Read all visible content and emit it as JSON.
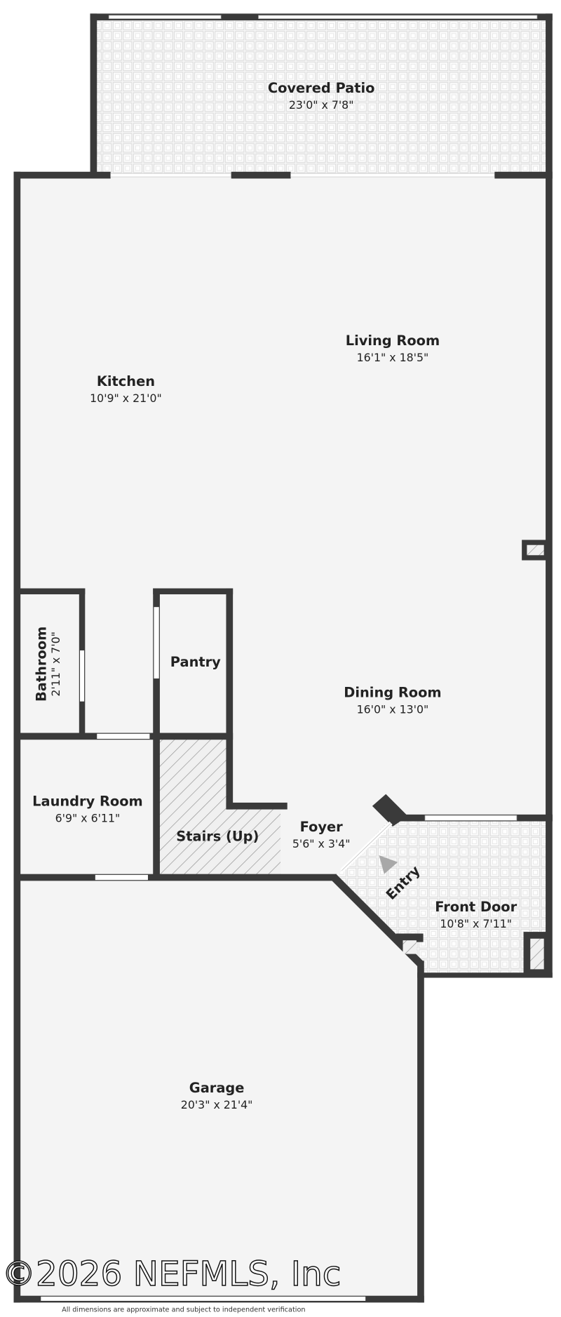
{
  "rooms": {
    "covered_patio": {
      "name": "Covered Patio",
      "dims": "23'0\" x 7'8\""
    },
    "living_room": {
      "name": "Living Room",
      "dims": "16'1\" x 18'5\""
    },
    "kitchen": {
      "name": "Kitchen",
      "dims": "10'9\" x 21'0\""
    },
    "bathroom": {
      "name": "Bathroom",
      "dims": "2'11\" x 7'0\""
    },
    "pantry": {
      "name": "Pantry"
    },
    "dining_room": {
      "name": "Dining Room",
      "dims": "16'0\" x 13'0\""
    },
    "laundry_room": {
      "name": "Laundry Room",
      "dims": "6'9\" x 6'11\""
    },
    "stairs": {
      "name": "Stairs (Up)"
    },
    "foyer": {
      "name": "Foyer",
      "dims": "5'6\" x 3'4\""
    },
    "entry": {
      "name": "Entry"
    },
    "front_door": {
      "name": "Front Door",
      "dims": "10'8\" x 7'11\""
    },
    "garage": {
      "name": "Garage",
      "dims": "20'3\" x 21'4\""
    }
  },
  "watermark": "©2026 NEFMLS, Inc",
  "footer": "All dimensions are approximate and subject to independent verification",
  "colors": {
    "wall": "#3a3a3a",
    "floor": "#f4f4f4",
    "tile_line": "#d8d8d8"
  }
}
